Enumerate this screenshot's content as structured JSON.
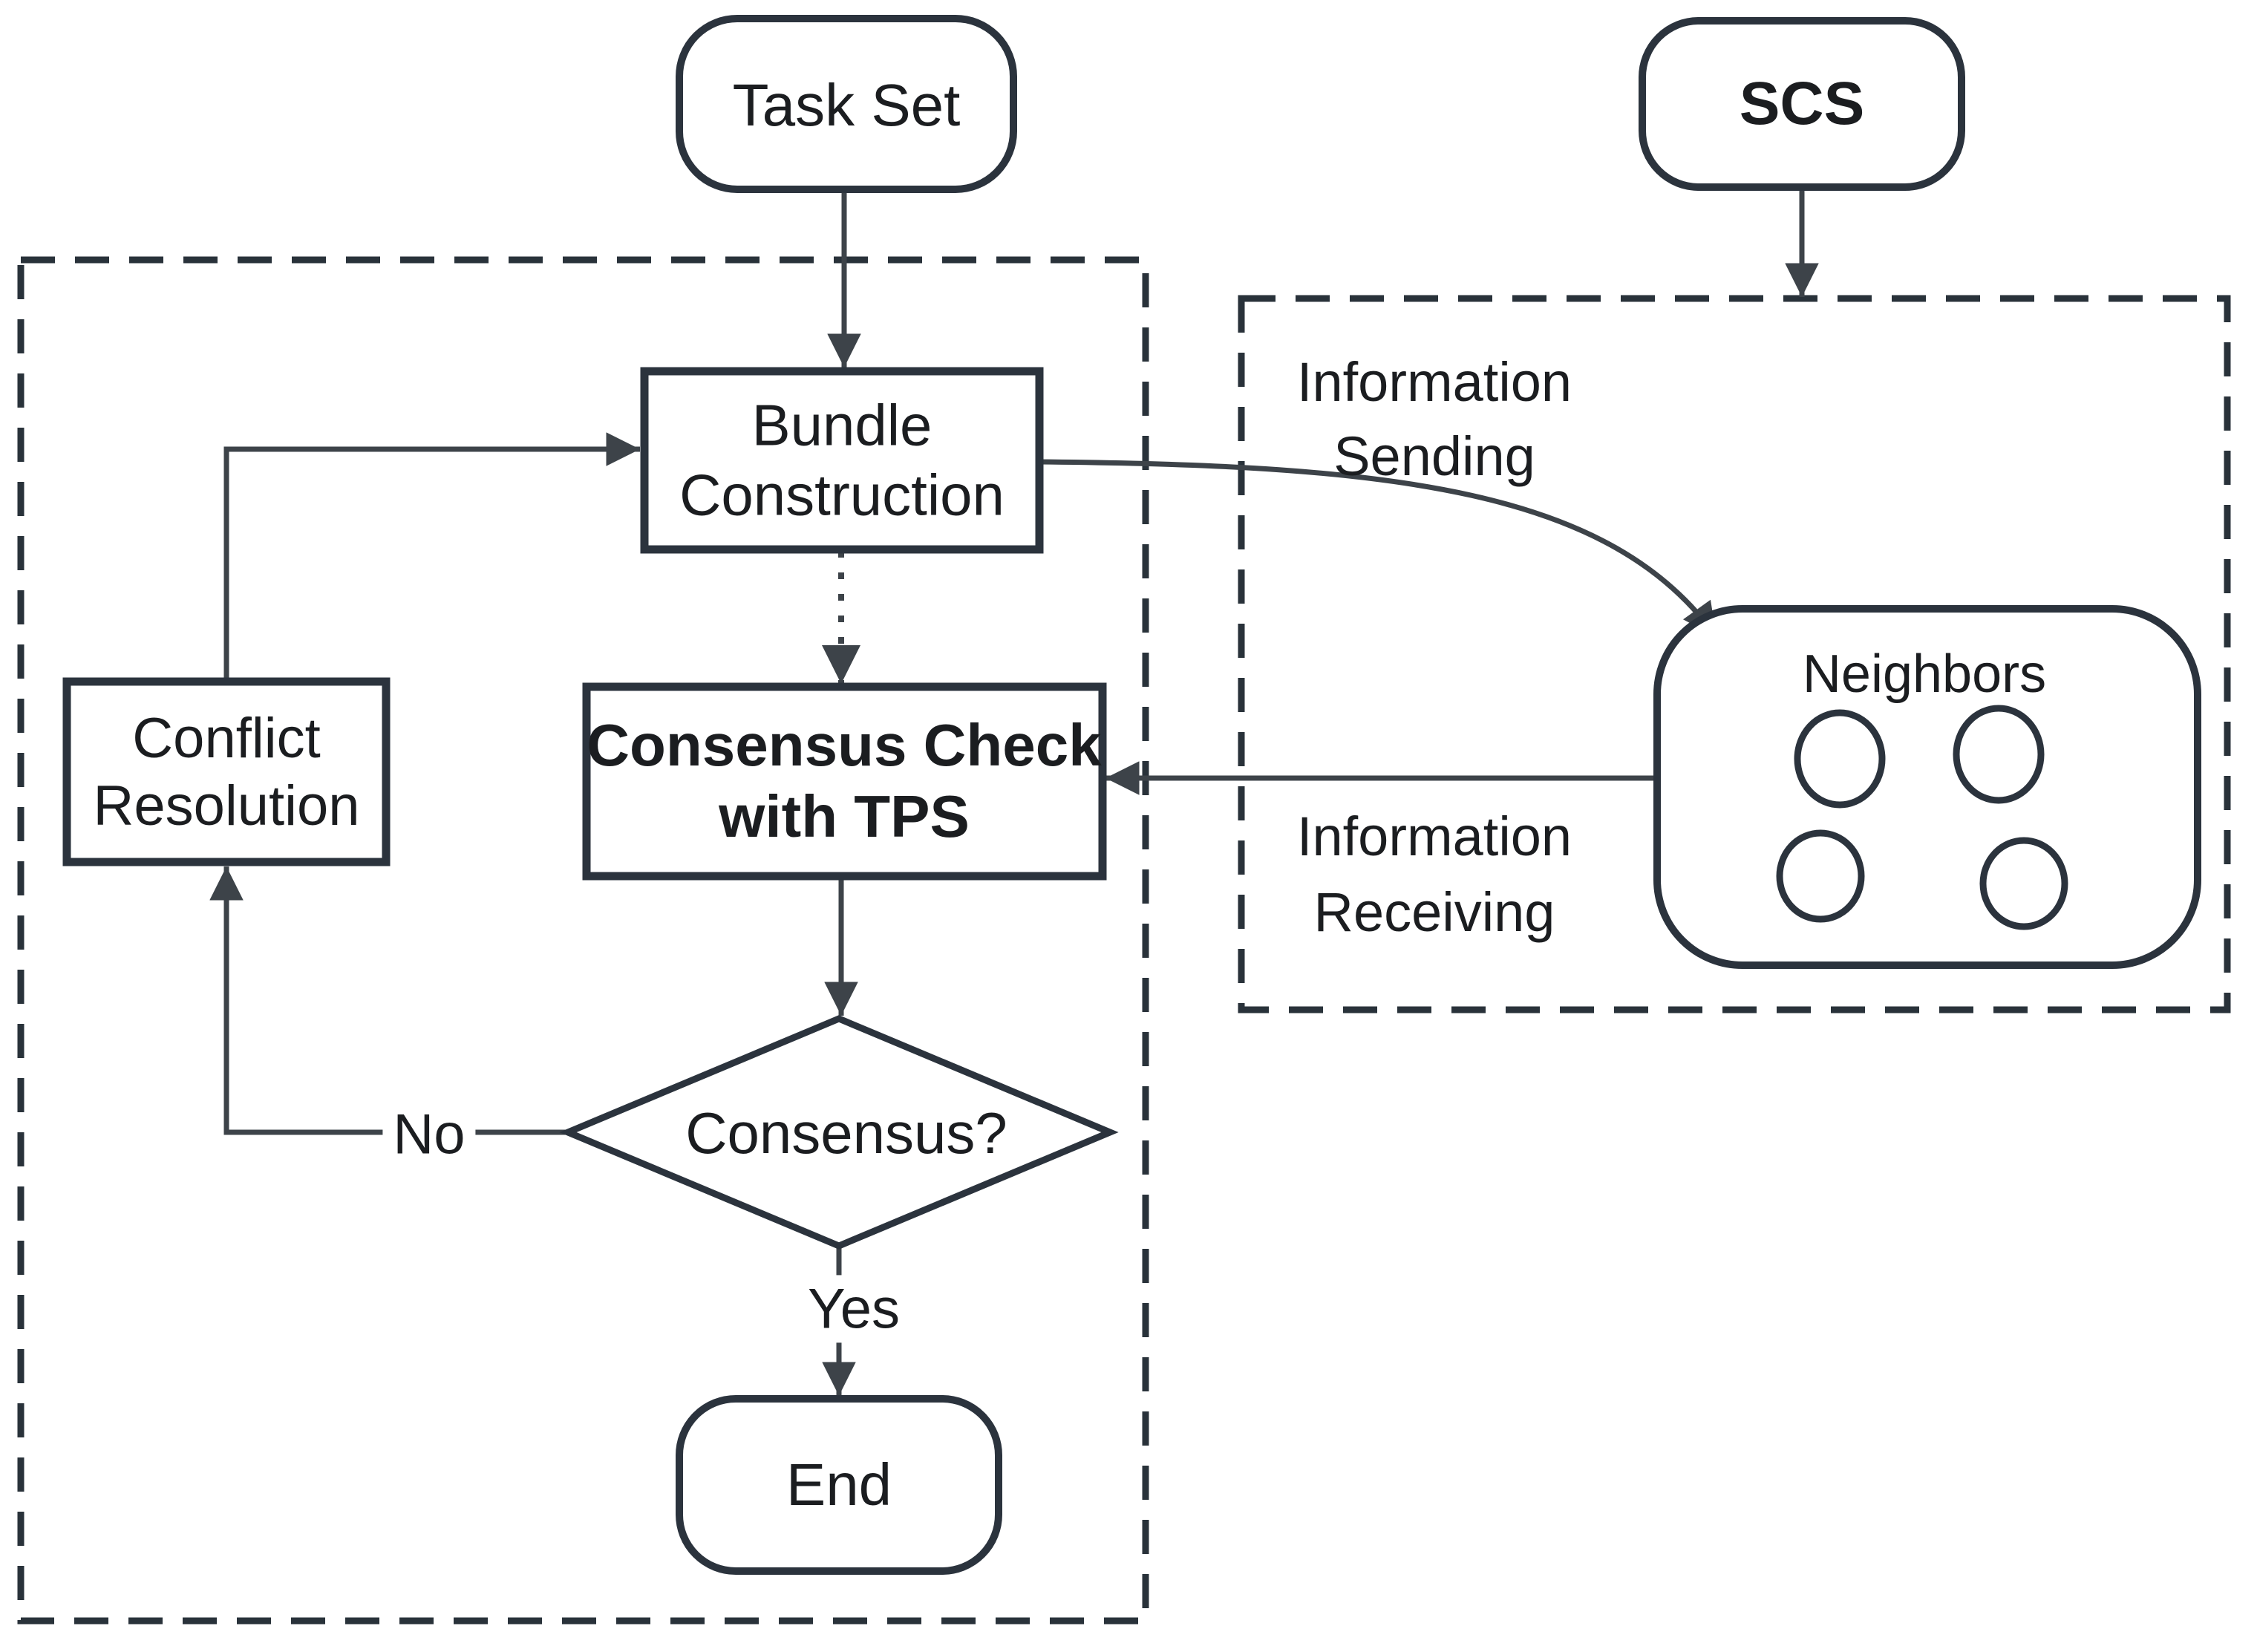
{
  "figure": {
    "title": "Distributed consensus task-allocation flowchart",
    "colors": {
      "background": "#ffffff",
      "shape_outline": "#2b333d",
      "arrow": "#3d4349",
      "text": "#1b1d20"
    },
    "nodes": {
      "task_set": {
        "label": "Task Set",
        "shape": "rounded-rectangle"
      },
      "scs": {
        "label": "SCS",
        "shape": "rounded-rectangle",
        "bold": true
      },
      "bundle_construction": {
        "line1": "Bundle",
        "line2": "Construction",
        "shape": "rectangle"
      },
      "consensus_check": {
        "line1": "Consensus Check",
        "line2": "with TPS",
        "shape": "rectangle",
        "bold": true
      },
      "conflict_resolution": {
        "line1": "Conflict",
        "line2": "Resolution",
        "shape": "rectangle"
      },
      "consensus_decision": {
        "label": "Consensus?",
        "shape": "diamond"
      },
      "end": {
        "label": "End",
        "shape": "rounded-rectangle"
      },
      "neighbors": {
        "label": "Neighbors",
        "shape": "rounded-rectangle",
        "agent_circle_count": 4
      }
    },
    "edge_labels": {
      "no": "No",
      "yes": "Yes",
      "information_sending": {
        "line1": "Information",
        "line2": "Sending"
      },
      "information_receiving": {
        "line1": "Information",
        "line2": "Receiving"
      }
    }
  }
}
